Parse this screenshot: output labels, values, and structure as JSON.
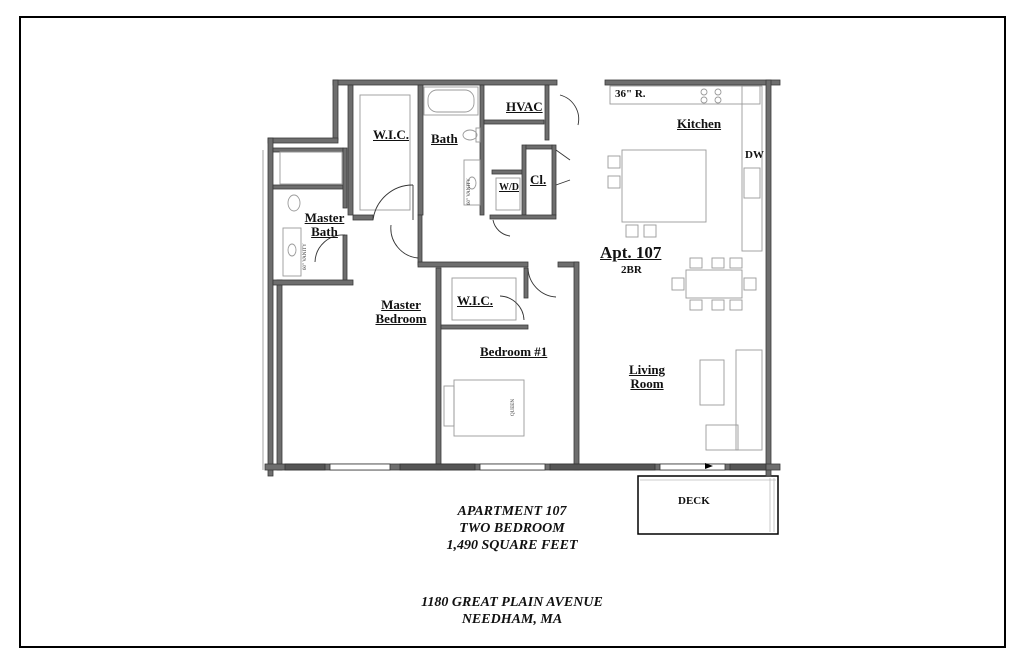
{
  "rooms": {
    "wic_1": "W.I.C.",
    "bath": "Bath",
    "hvac": "HVAC",
    "range": "36\" R.",
    "kitchen": "Kitchen",
    "dw": "DW",
    "cl": "Cl.",
    "wd": "W/D",
    "vanity_1": "60\" VANITY",
    "vanity_2": "60\" VANITY",
    "master_bath": "Master Bath",
    "apt": "Apt. 107",
    "br": "2BR",
    "wic_2": "W.I.C.",
    "master_bedroom": "Master Bedroom",
    "bedroom_1": "Bedroom #1",
    "queen": "QUEEN",
    "living_room": "Living Room",
    "deck": "DECK"
  },
  "caption": {
    "line1": "APARTMENT 107",
    "line2": "TWO BEDROOM",
    "line3": "1,490 SQUARE FEET",
    "line4": "1180 GREAT PLAIN AVENUE",
    "line5": "NEEDHAM, MA"
  },
  "colors": {
    "wall": "#6e6e6e",
    "wall_edge": "#3a3a3a",
    "fixture": "#9a9a9a",
    "frame": "#000000"
  }
}
